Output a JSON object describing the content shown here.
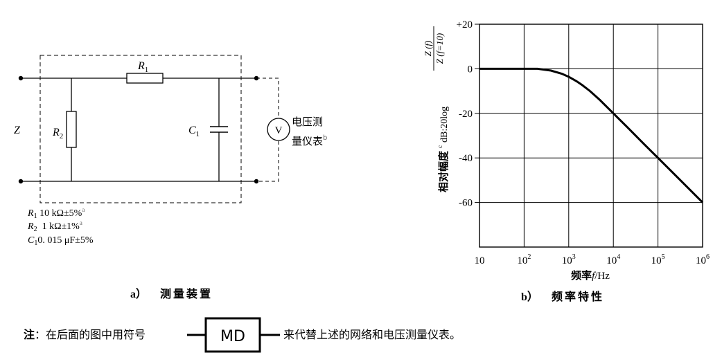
{
  "circuit": {
    "z_label": "Z",
    "r1": {
      "sym": "R",
      "sub": "1"
    },
    "r2": {
      "sym": "R",
      "sub": "2"
    },
    "c1": {
      "sym": "C",
      "sub": "1"
    },
    "voltmeter_symbol": "V",
    "meter_label_line1": "电压测",
    "meter_label_line2": "量仪表",
    "meter_note_mark": "b",
    "spec_r1": {
      "sym": "R",
      "sub": "1",
      "value": " 10 kΩ±5%",
      "mark": "a"
    },
    "spec_r2": {
      "sym": "R",
      "sub": "2",
      "value": "  1 kΩ±1%",
      "mark": "a"
    },
    "spec_c1": {
      "sym": "C",
      "sub": "1",
      "value": "0. 015 μF±5%"
    },
    "caption_letter": "a）",
    "caption_text": "测量装置"
  },
  "chart_data": {
    "type": "line",
    "x_scale": "log",
    "xlim": [
      10,
      1000000
    ],
    "ylim": [
      -80,
      20
    ],
    "x_ticks": [
      {
        "base": "10",
        "exp": ""
      },
      {
        "base": "10",
        "exp": "2"
      },
      {
        "base": "10",
        "exp": "3"
      },
      {
        "base": "10",
        "exp": "4"
      },
      {
        "base": "10",
        "exp": "5"
      },
      {
        "base": "10",
        "exp": "6"
      }
    ],
    "y_ticks": [
      "+20",
      "0",
      "-20",
      "-40",
      "-60"
    ],
    "y_tick_values": [
      20,
      0,
      -20,
      -40,
      -60
    ],
    "xlabel": {
      "prefix": "频率",
      "var": "f",
      "unit": "/Hz"
    },
    "ylabel_frac_num": "Z (f)",
    "ylabel_frac_den": "Z (f=10)",
    "ylabel_text": "相对幅度",
    "ylabel_mark": "c",
    "ylabel_db": "dB:20log",
    "grid": true,
    "series": [
      {
        "x": [
          10,
          50,
          100,
          200,
          400,
          700,
          1000,
          1500,
          2000,
          3000,
          5000,
          10000,
          20000,
          50000,
          100000,
          300000,
          1000000
        ],
        "y": [
          0,
          0,
          0,
          0,
          -0.8,
          -2.2,
          -3.6,
          -5.6,
          -7.3,
          -10,
          -14,
          -20,
          -26,
          -34,
          -40,
          -49.5,
          -60
        ]
      }
    ],
    "caption_letter": "b）",
    "caption_text": "频率特性"
  },
  "note": {
    "label": "注",
    "colon": "：",
    "text_before": "在后面的图中用符号",
    "symbol": "MD",
    "text_after": "来代替上述的网络和电压测量仪表。"
  }
}
